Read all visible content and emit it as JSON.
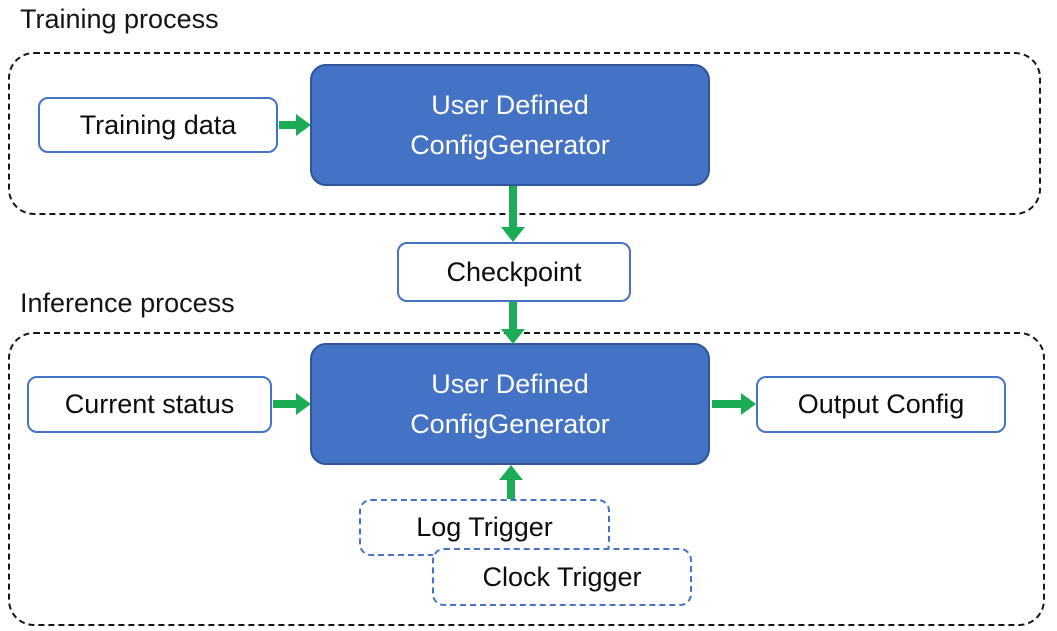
{
  "colors": {
    "generator_box_fill": "#4472C4",
    "generator_box_border": "#2F5597",
    "io_box_border": "#4472C4",
    "trigger_box_border": "#4472C4",
    "container_border": "#161616",
    "arrow_green": "#1CAC55",
    "text_dark": "#0d0d0d",
    "text_light": "#ffffff"
  },
  "training": {
    "section_label": "Training process",
    "input_box_label": "Training data",
    "generator_line1": "User Defined",
    "generator_line2": "ConfigGenerator"
  },
  "checkpoint": {
    "label": "Checkpoint"
  },
  "inference": {
    "section_label": "Inference process",
    "input_box_label": "Current status",
    "generator_line1": "User Defined",
    "generator_line2": "ConfigGenerator",
    "output_box_label": "Output Config",
    "log_trigger_label": "Log Trigger",
    "clock_trigger_label": "Clock Trigger"
  }
}
